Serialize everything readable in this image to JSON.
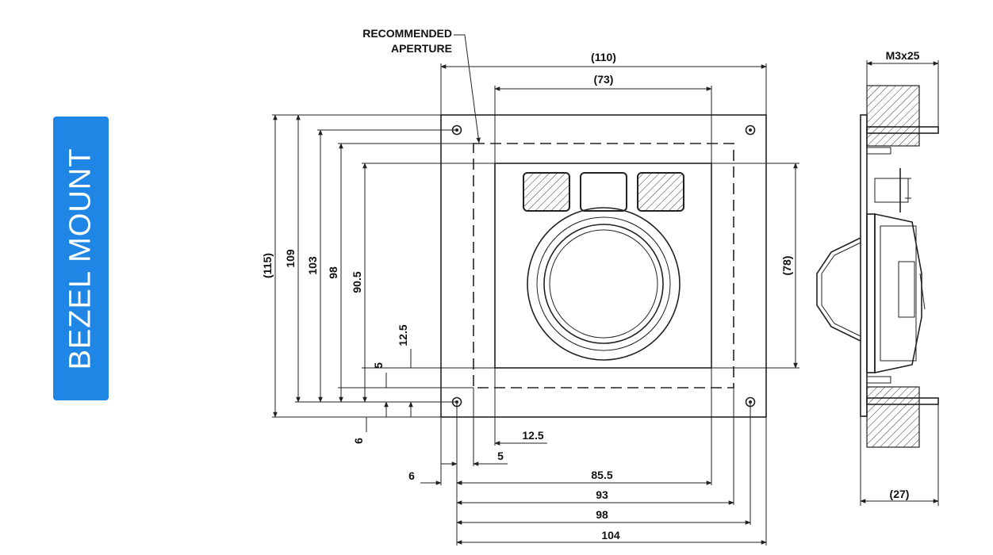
{
  "side_tab": {
    "label": "BEZEL MOUNT"
  },
  "annotations": {
    "aperture_line1": "RECOMMENDED",
    "aperture_line2": "APERTURE",
    "screw": "M3x25"
  },
  "dimensions": {
    "top_overall": "(110)",
    "top_inner": "(73)",
    "left_115": "(115)",
    "left_109": "109",
    "left_103": "103",
    "left_98": "98",
    "left_905": "90.5",
    "left_125": "12.5",
    "left_5": "5",
    "left_6": "6",
    "right_78": "(78)",
    "bottom_125": "12.5",
    "bottom_5": "5",
    "bottom_6": "6",
    "bottom_855": "85.5",
    "bottom_93": "93",
    "bottom_98": "98",
    "bottom_104": "104",
    "side_27": "(27)"
  },
  "colors": {
    "tab_bg": "#1f86e6",
    "tab_text": "#ffffff",
    "line": "#222222"
  }
}
